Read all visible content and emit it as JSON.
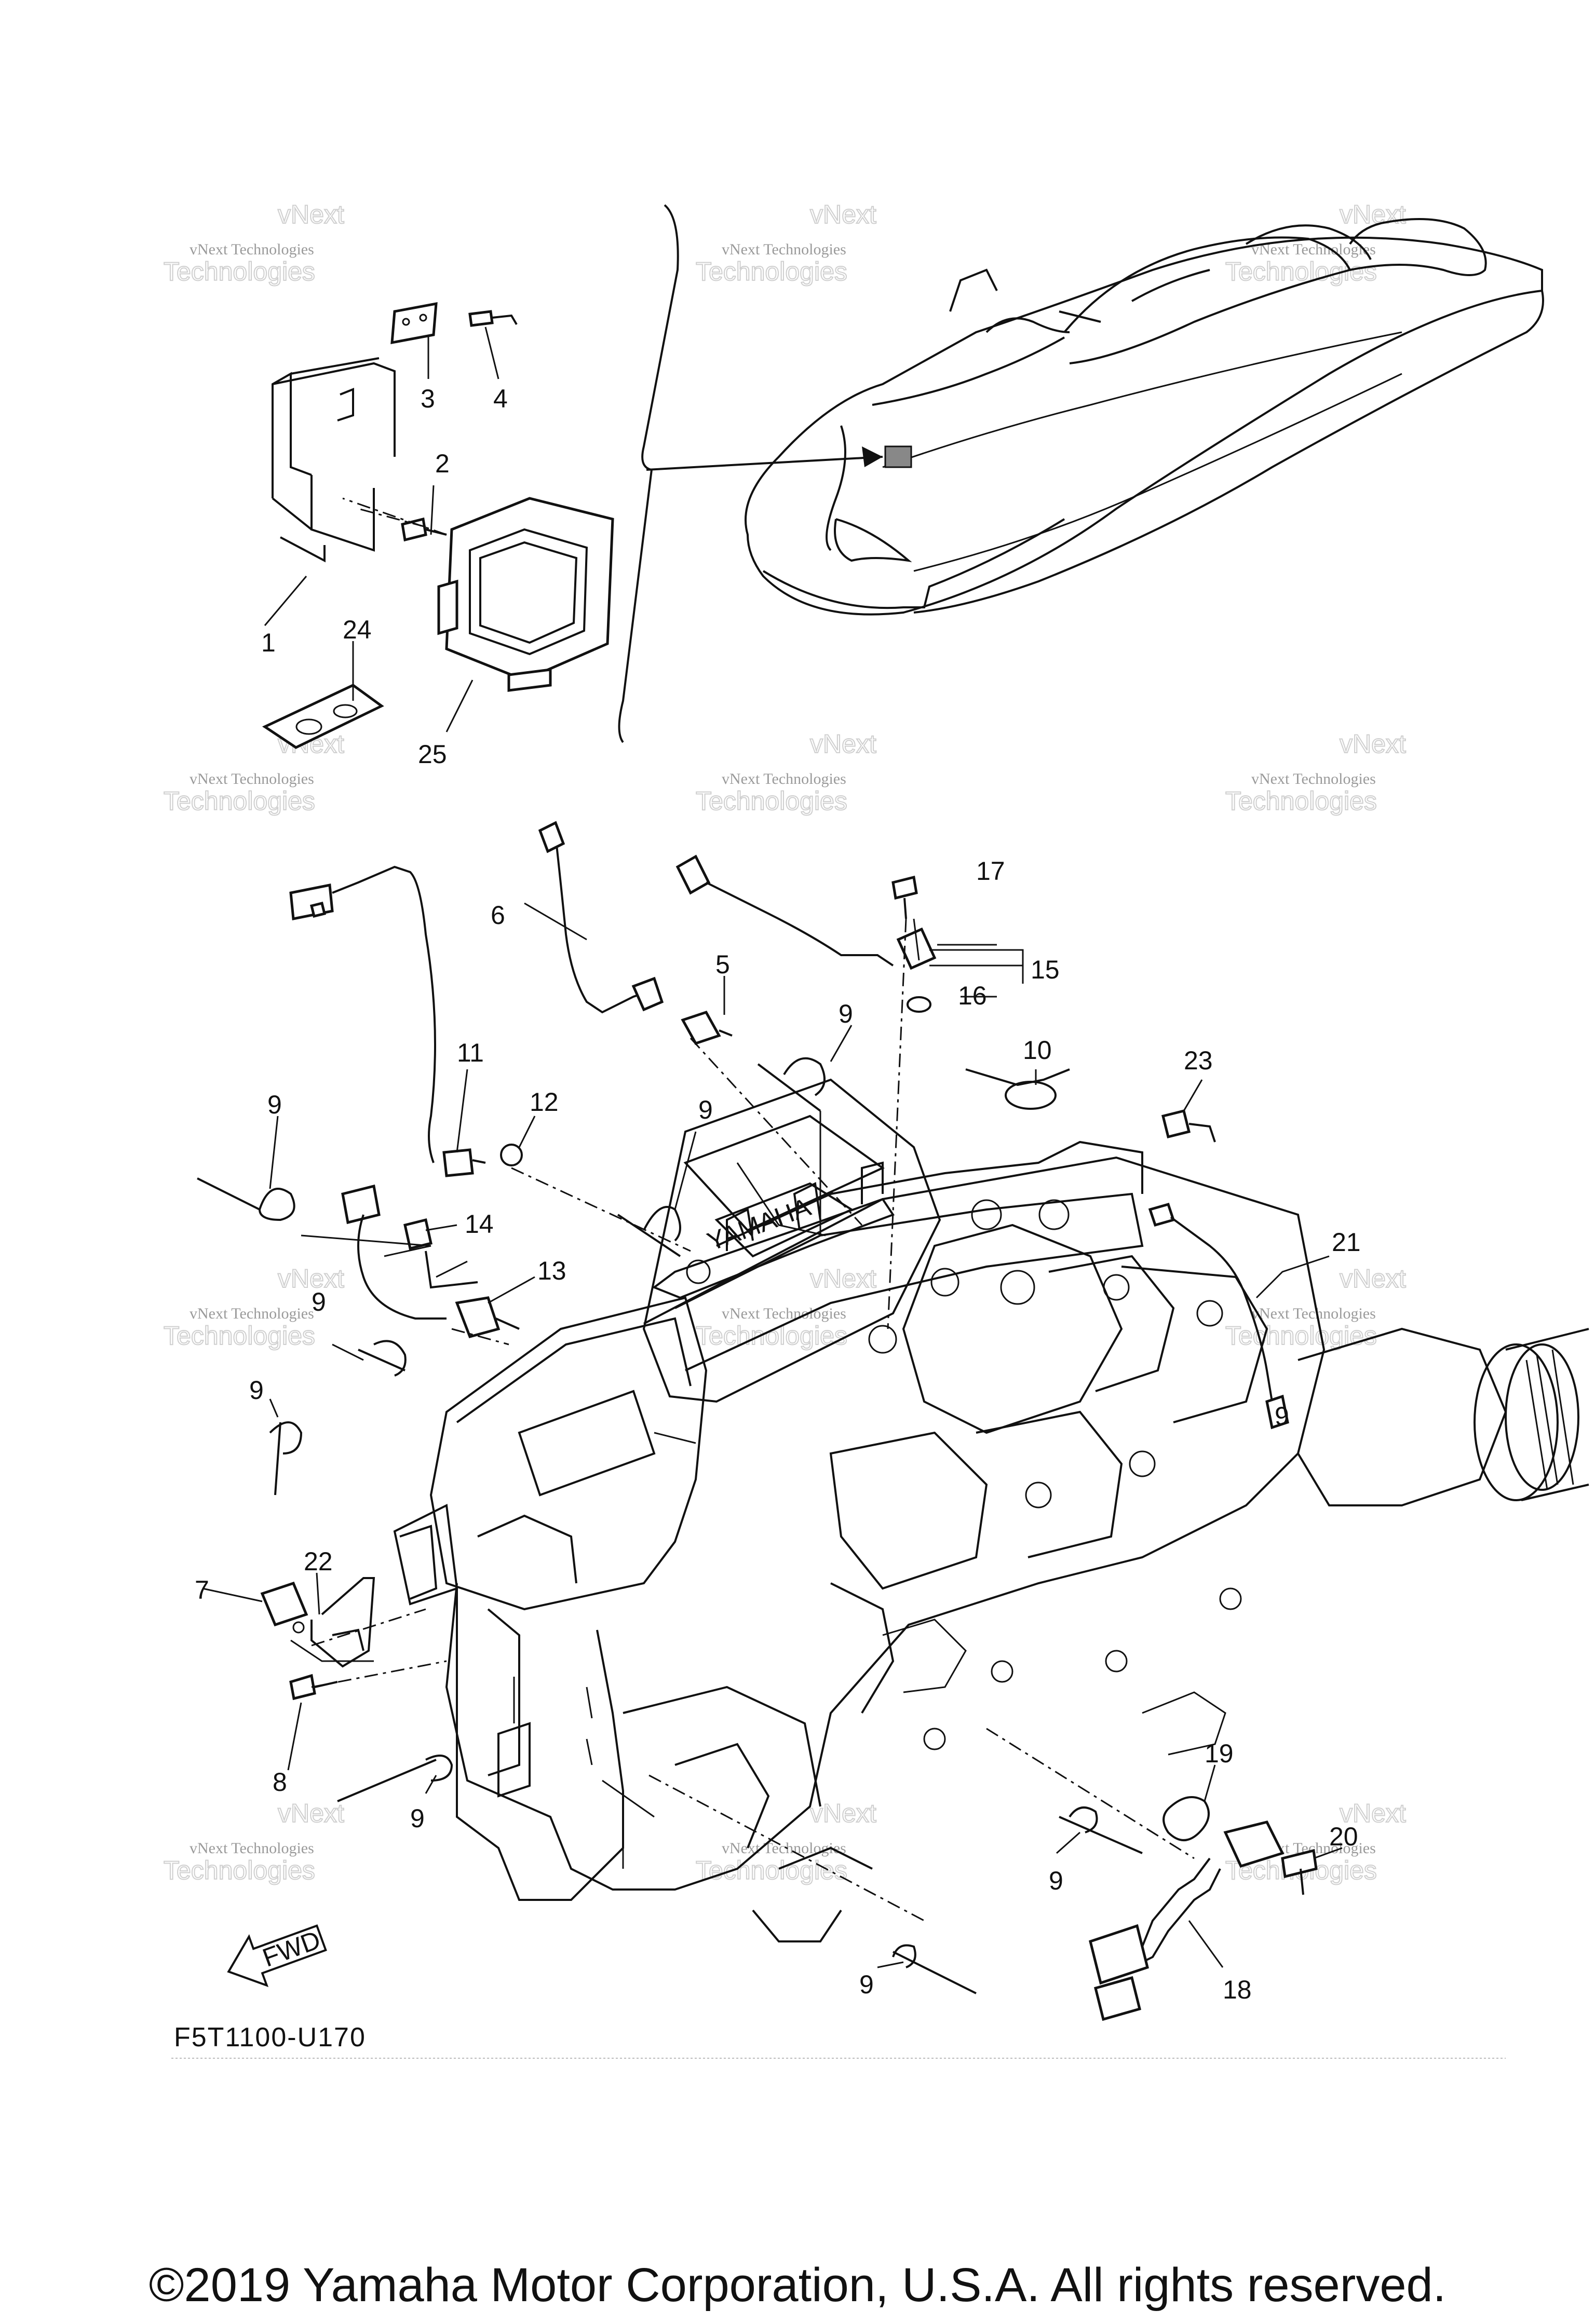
{
  "watermark": {
    "line1": "vNext",
    "line2": "vNext Technologies",
    "line3": "Technologies"
  },
  "diagram": {
    "fwd_label": "FWD",
    "engine_brand": "YAMAHA",
    "callouts": [
      "1",
      "2",
      "3",
      "4",
      "5",
      "6",
      "7",
      "8",
      "9",
      "9",
      "9",
      "9",
      "9",
      "9",
      "9",
      "9",
      "9",
      "10",
      "11",
      "12",
      "13",
      "14",
      "15",
      "16",
      "17",
      "18",
      "19",
      "20",
      "21",
      "22",
      "23",
      "24",
      "25"
    ]
  },
  "figure_code": "F5T1100-U170",
  "copyright": "©2019 Yamaha Motor Corporation, U.S.A. All rights reserved."
}
